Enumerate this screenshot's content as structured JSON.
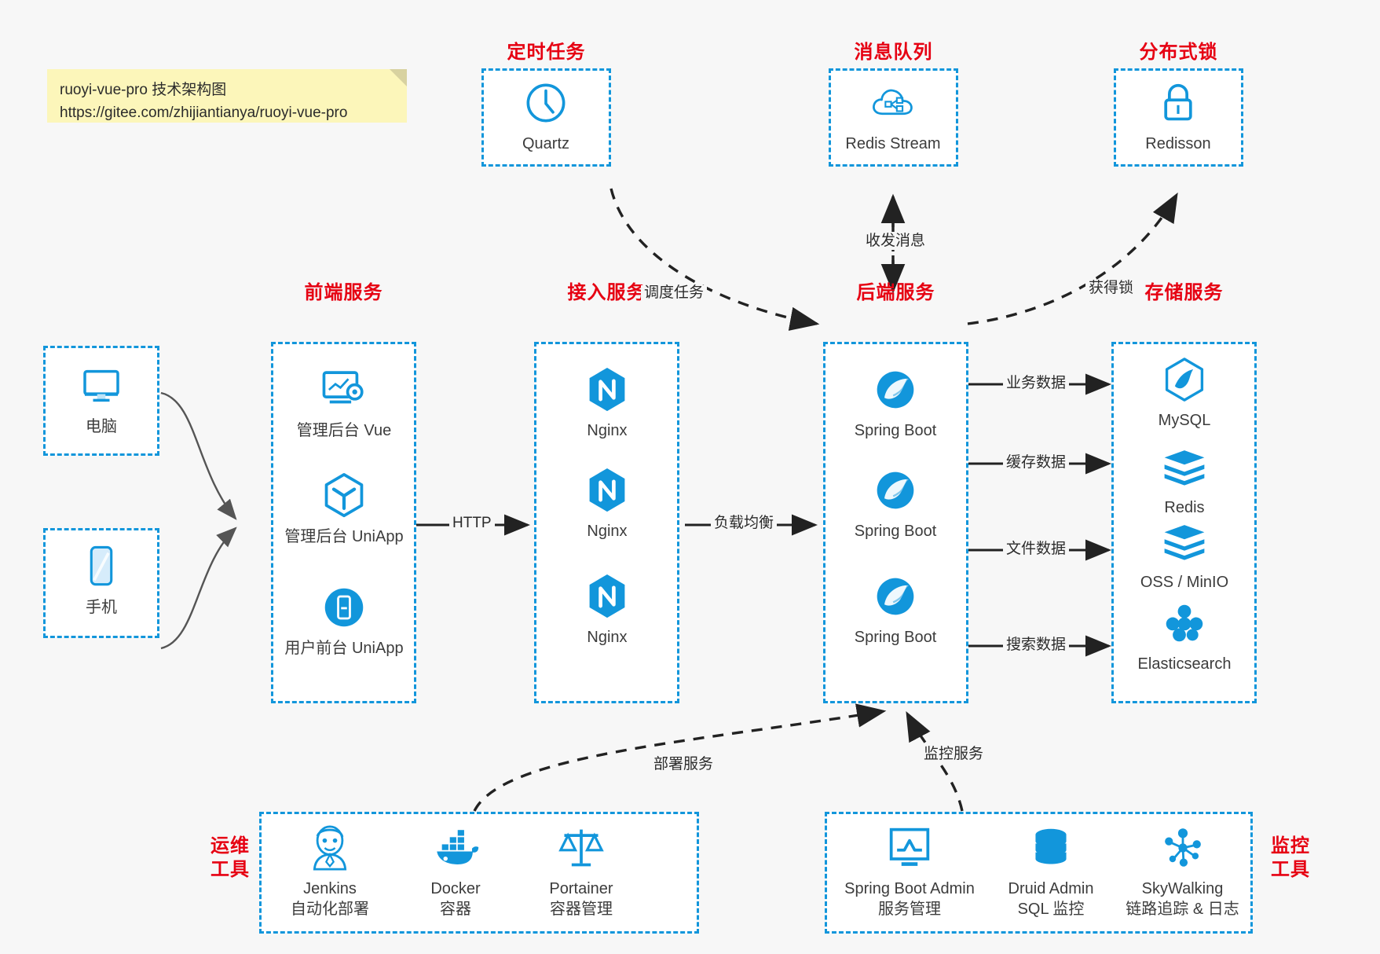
{
  "note": {
    "line1": "ruoyi-vue-pro 技术架构图",
    "line2": "https://gitee.com/zhijiantianya/ruoyi-vue-pro"
  },
  "colors": {
    "accent": "#1296db",
    "group_title": "#e60012",
    "canvas": "#f7f7f7",
    "box_fill": "#ffffff",
    "text": "#3c3c3c",
    "arrow": "#222222",
    "curve": "#555555"
  },
  "groups": {
    "scheduled_task": {
      "title": "定时任务"
    },
    "message_queue": {
      "title": "消息队列"
    },
    "distributed_lock": {
      "title": "分布式锁"
    },
    "frontend": {
      "title": "前端服务"
    },
    "gateway": {
      "title": "接入服务"
    },
    "backend": {
      "title": "后端服务"
    },
    "storage": {
      "title": "存储服务"
    },
    "devops": {
      "title": "运维\n工具",
      "title_l1": "运维",
      "title_l2": "工具"
    },
    "monitor": {
      "title": "监控\n工具",
      "title_l1": "监控",
      "title_l2": "工具"
    }
  },
  "nodes": {
    "quartz": {
      "label": "Quartz",
      "icon": "clock-icon"
    },
    "redis_stream": {
      "label": "Redis Stream",
      "icon": "cloud-stream-icon"
    },
    "redisson": {
      "label": "Redisson",
      "icon": "lock-icon"
    },
    "pc": {
      "label": "电脑",
      "icon": "desktop-monitor-icon"
    },
    "phone": {
      "label": "手机",
      "icon": "mobile-phone-icon"
    },
    "admin_vue": {
      "label": "管理后台 Vue",
      "icon": "dashboard-settings-icon"
    },
    "admin_uniapp": {
      "label": "管理后台 UniApp",
      "icon": "cube-icon"
    },
    "user_uniapp": {
      "label": "用户前台 UniApp",
      "icon": "app-phone-icon"
    },
    "nginx1": {
      "label": "Nginx",
      "icon": "nginx-icon"
    },
    "nginx2": {
      "label": "Nginx",
      "icon": "nginx-icon"
    },
    "nginx3": {
      "label": "Nginx",
      "icon": "nginx-icon"
    },
    "springboot1": {
      "label": "Spring Boot",
      "icon": "spring-leaf-icon"
    },
    "springboot2": {
      "label": "Spring Boot",
      "icon": "spring-leaf-icon"
    },
    "springboot3": {
      "label": "Spring Boot",
      "icon": "spring-leaf-icon"
    },
    "mysql": {
      "label": "MySQL",
      "icon": "mysql-dolphin-icon"
    },
    "redis": {
      "label": "Redis",
      "icon": "redis-stack-icon"
    },
    "oss_minio": {
      "label": "OSS / MinIO",
      "icon": "redis-stack-icon"
    },
    "elasticsearch": {
      "label": "Elasticsearch",
      "icon": "elasticsearch-icon"
    },
    "jenkins": {
      "label": "Jenkins",
      "sub": "自动化部署",
      "icon": "jenkins-butler-icon"
    },
    "docker": {
      "label": "Docker",
      "sub": "容器",
      "icon": "docker-whale-icon"
    },
    "portainer": {
      "label": "Portainer",
      "sub": "容器管理",
      "icon": "scales-icon"
    },
    "sba": {
      "label": "Spring Boot Admin",
      "sub": "服务管理",
      "icon": "monitor-chart-icon"
    },
    "druid": {
      "label": "Druid Admin",
      "sub": "SQL 监控",
      "icon": "database-icon"
    },
    "skywalking": {
      "label": "SkyWalking",
      "sub": "链路追踪 & 日志",
      "icon": "network-nodes-icon"
    }
  },
  "edges": {
    "http": "HTTP",
    "load_balance": "负载均衡",
    "schedule_task": "调度任务",
    "send_receive_msg": "收发消息",
    "acquire_lock": "获得锁",
    "business_data": "业务数据",
    "cache_data": "缓存数据",
    "file_data": "文件数据",
    "search_data": "搜索数据",
    "deploy_service": "部署服务",
    "monitor_service": "监控服务"
  }
}
